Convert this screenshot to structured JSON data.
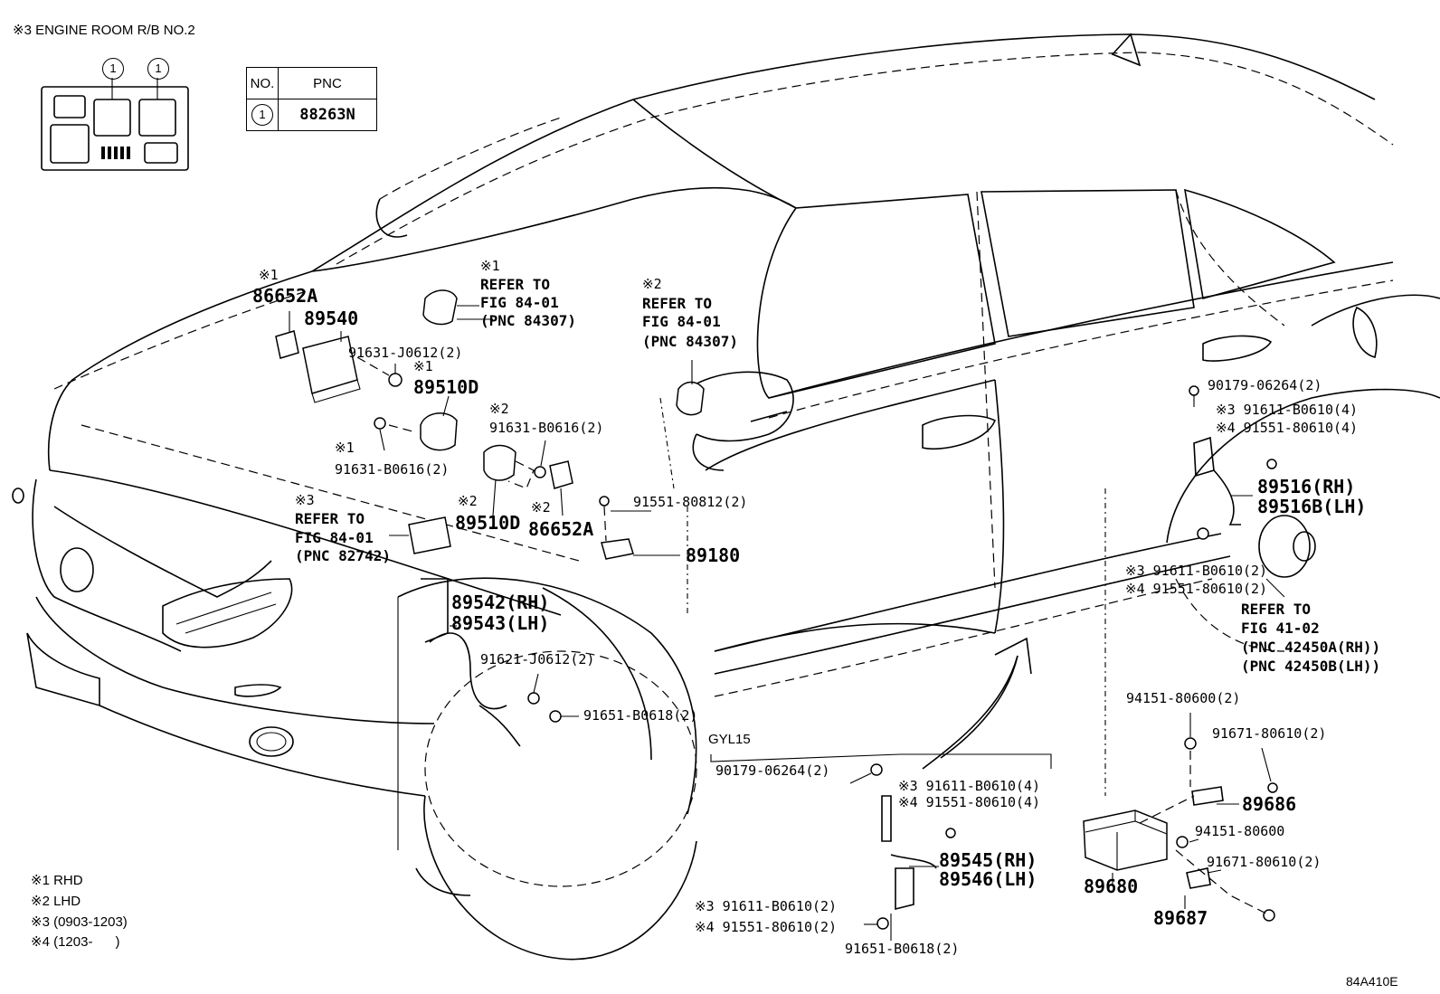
{
  "header": {
    "title": "※3 ENGINE ROOM R/B NO.2"
  },
  "relay_box": {
    "callouts": [
      "1",
      "1"
    ]
  },
  "table": {
    "headers": [
      "NO.",
      "PNC"
    ],
    "rows": [
      {
        "no": "1",
        "pnc": "88263N"
      }
    ]
  },
  "labels": {
    "a_n1": "※1",
    "a_p": "86652A",
    "b_p": "89540",
    "c_n": "※1",
    "c_r1": "REFER TO",
    "c_r2": "FIG 84-01",
    "c_r3": "(PNC 84307)",
    "d_p": "91631-J0612(2)",
    "e_n": "※1",
    "e_p": "89510D",
    "f_n": "※1",
    "f_p": "91631-B0616(2)",
    "g_n": "※2",
    "g_p": "91631-B0616(2)",
    "h_n": "※2",
    "h_r1": "REFER TO",
    "h_r2": "FIG 84-01",
    "h_r3": "(PNC 84307)",
    "i_n": "※2",
    "i_p": "89510D",
    "j_n": "※2",
    "j_p": "86652A",
    "k_p": "91551-80812(2)",
    "l_p": "89180",
    "m_n": "※3",
    "m_r1": "REFER TO",
    "m_r2": "FIG 84-01",
    "m_r3": "(PNC 82742)",
    "n_p1": "89542(RH)",
    "n_p2": "89543(LH)",
    "o_p": "91621-J0612(2)",
    "p_p": "91651-B0618(2)",
    "q_p": "90179-06264(2)",
    "r_1": "※3 91611-B0610(4)",
    "r_2": "※4 91551-80610(4)",
    "s_p1": "89516(RH)",
    "s_p2": "89516B(LH)",
    "t_1": "※3 91611-B0610(2)",
    "t_2": "※4 91551-80610(2)",
    "u_r1": "REFER TO",
    "u_r2": "FIG 41-02",
    "u_r3": "(PNC 42450A(RH))",
    "u_r4": "(PNC 42450B(LH))",
    "v_p": "94151-80600(2)",
    "w_p": "91671-80610(2)",
    "x_p": "89686",
    "y_p": "94151-80600",
    "z_p": "91671-80610(2)",
    "aa_p": "89680",
    "ab_p": "89687",
    "gyl": "GYL15",
    "gb_1": "90179-06264(2)",
    "gb_2": "※3 91611-B0610(4)",
    "gb_3": "※4 91551-80610(4)",
    "gb_4": "89545(RH)",
    "gb_5": "89546(LH)",
    "gb_6": "※3 91611-B0610(2)",
    "gb_7": "※4 91551-80610(2)",
    "gb_8": "91651-B0618(2)"
  },
  "legend": [
    "※1 RHD",
    "※2 LHD",
    "※3 (0903-1203)",
    "※4 (1203-      )"
  ],
  "figure_code": "84A410E"
}
